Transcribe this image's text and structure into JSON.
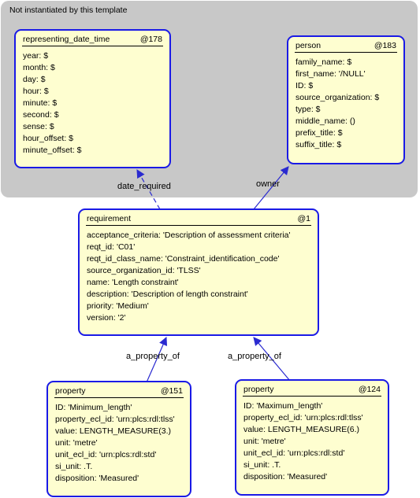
{
  "group": {
    "label": "Not instantiated by this template"
  },
  "nodes": {
    "rdt": {
      "name": "representing_date_time",
      "id": "@178",
      "attrs": [
        "year: $",
        "month: $",
        "day: $",
        "hour: $",
        "minute: $",
        "second: $",
        "sense: $",
        "hour_offset: $",
        "minute_offset: $"
      ]
    },
    "person": {
      "name": "person",
      "id": "@183",
      "attrs": [
        "family_name: $",
        "first_name: '/NULL'",
        "ID: $",
        "source_organization: $",
        "type: $",
        "middle_name: ()",
        "prefix_title: $",
        "suffix_title: $"
      ]
    },
    "requirement": {
      "name": "requirement",
      "id": "@1",
      "attrs": [
        "acceptance_criteria: 'Description of assessment criteria'",
        "reqt_id: 'C01'",
        "reqt_id_class_name: 'Constraint_identification_code'",
        "source_organization_id: 'TLSS'",
        "name: 'Length constraint'",
        "description: 'Description of length constraint'",
        "priority: 'Medium'",
        "version: '2'"
      ]
    },
    "prop_min": {
      "name": "property",
      "id": "@151",
      "attrs": [
        "ID: 'Minimum_length'",
        "property_ecl_id: 'urn:plcs:rdl:tlss'",
        "value: LENGTH_MEASURE(3.)",
        "unit: 'metre'",
        "unit_ecl_id: 'urn:plcs:rdl:std'",
        "si_unit: .T.",
        "disposition: 'Measured'"
      ]
    },
    "prop_max": {
      "name": "property",
      "id": "@124",
      "attrs": [
        "ID: 'Maximum_length'",
        "property_ecl_id: 'urn:plcs:rdl:tlss'",
        "value: LENGTH_MEASURE(6.)",
        "unit: 'metre'",
        "unit_ecl_id: 'urn:plcs:rdl:std'",
        "si_unit: .T.",
        "disposition: 'Measured'"
      ]
    }
  },
  "edges": {
    "date_required": "date_required",
    "owner": "owner",
    "a_property_of_left": "a_property_of",
    "a_property_of_right": "a_property_of"
  },
  "colors": {
    "node_border": "#1a1ae6",
    "node_fill": "#fefed0",
    "group_fill": "#c8c8c8",
    "link": "#2a2ad0"
  }
}
